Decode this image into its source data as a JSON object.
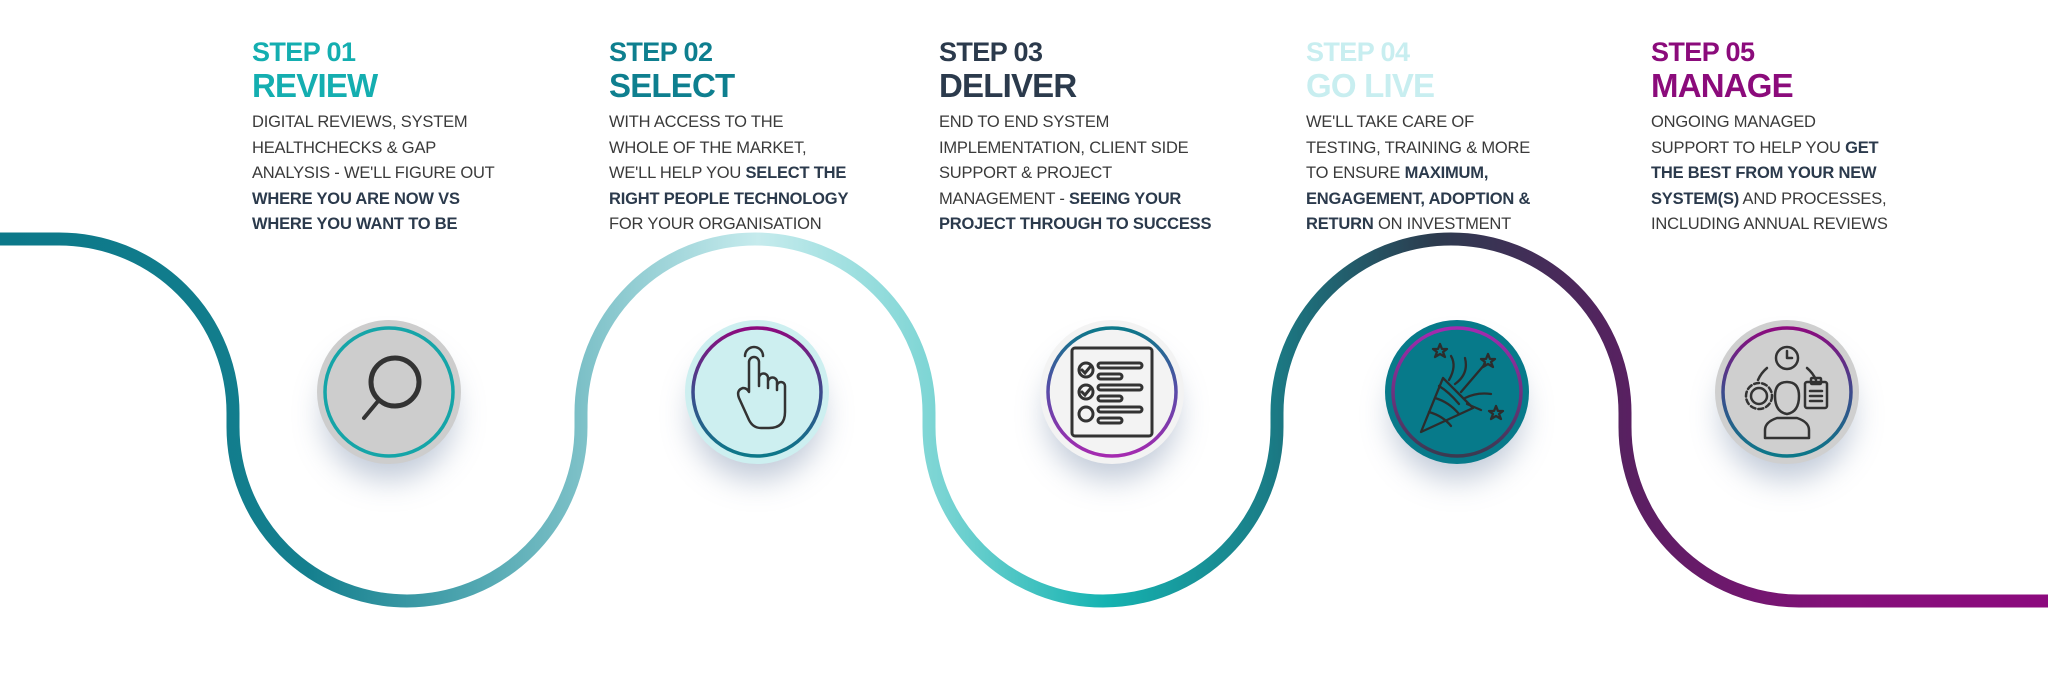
{
  "colors": {
    "step1": "#14aeb0",
    "step2": "#0e7f8f",
    "step3": "#2b3a4c",
    "step4": "#c8eef0",
    "step5": "#8b0b7b",
    "bold_text": "#2b3a4c",
    "body_text": "#3a3a3a"
  },
  "steps": [
    {
      "number": "STEP 01",
      "title": "REVIEW",
      "icon": "magnifier-icon",
      "lines": [
        [
          {
            "t": "DIGITAL REVIEWS, SYSTEM",
            "b": false
          }
        ],
        [
          {
            "t": "HEALTHCHECKS & GAP",
            "b": false
          }
        ],
        [
          {
            "t": "ANALYSIS - WE'LL FIGURE OUT",
            "b": false
          }
        ],
        [
          {
            "t": "WHERE YOU ARE NOW VS",
            "b": true
          }
        ],
        [
          {
            "t": "WHERE YOU WANT TO BE",
            "b": true
          }
        ]
      ]
    },
    {
      "number": "STEP 02",
      "title": "SELECT",
      "icon": "pointing-hand-icon",
      "lines": [
        [
          {
            "t": "WITH ACCESS TO THE",
            "b": false
          }
        ],
        [
          {
            "t": "WHOLE OF THE MARKET,",
            "b": false
          }
        ],
        [
          {
            "t": "WE'LL HELP YOU ",
            "b": false
          },
          {
            "t": "SELECT THE",
            "b": true
          }
        ],
        [
          {
            "t": "RIGHT PEOPLE TECHNOLOGY",
            "b": true
          }
        ],
        [
          {
            "t": "FOR YOUR ORGANISATION",
            "b": false
          }
        ]
      ]
    },
    {
      "number": "STEP 03",
      "title": "DELIVER",
      "icon": "checklist-icon",
      "lines": [
        [
          {
            "t": "END TO END SYSTEM",
            "b": false
          }
        ],
        [
          {
            "t": "IMPLEMENTATION, CLIENT SIDE",
            "b": false
          }
        ],
        [
          {
            "t": "SUPPORT & PROJECT",
            "b": false
          }
        ],
        [
          {
            "t": "MANAGEMENT - ",
            "b": false
          },
          {
            "t": "SEEING YOUR",
            "b": true
          }
        ],
        [
          {
            "t": "PROJECT THROUGH TO SUCCESS",
            "b": true
          }
        ]
      ]
    },
    {
      "number": "STEP 04",
      "title": "GO LIVE",
      "icon": "party-popper-icon",
      "lines": [
        [
          {
            "t": "WE'LL TAKE CARE OF",
            "b": false
          }
        ],
        [
          {
            "t": "TESTING, TRAINING & MORE",
            "b": false
          }
        ],
        [
          {
            "t": "TO ENSURE ",
            "b": false
          },
          {
            "t": "MAXIMUM,",
            "b": true
          }
        ],
        [
          {
            "t": "ENGAGEMENT, ADOPTION &",
            "b": true
          }
        ],
        [
          {
            "t": "RETURN",
            "b": true
          },
          {
            "t": " ON INVESTMENT",
            "b": false
          }
        ]
      ]
    },
    {
      "number": "STEP 05",
      "title": "MANAGE",
      "icon": "person-management-icon",
      "lines": [
        [
          {
            "t": "ONGOING MANAGED",
            "b": false
          }
        ],
        [
          {
            "t": "SUPPORT TO HELP YOU ",
            "b": false
          },
          {
            "t": "GET",
            "b": true
          }
        ],
        [
          {
            "t": "THE BEST FROM YOUR NEW",
            "b": true
          }
        ],
        [
          {
            "t": "SYSTEM(S)",
            "b": true
          },
          {
            "t": " AND PROCESSES,",
            "b": false
          }
        ],
        [
          {
            "t": "INCLUDING ANNUAL REVIEWS",
            "b": false
          }
        ]
      ]
    }
  ]
}
